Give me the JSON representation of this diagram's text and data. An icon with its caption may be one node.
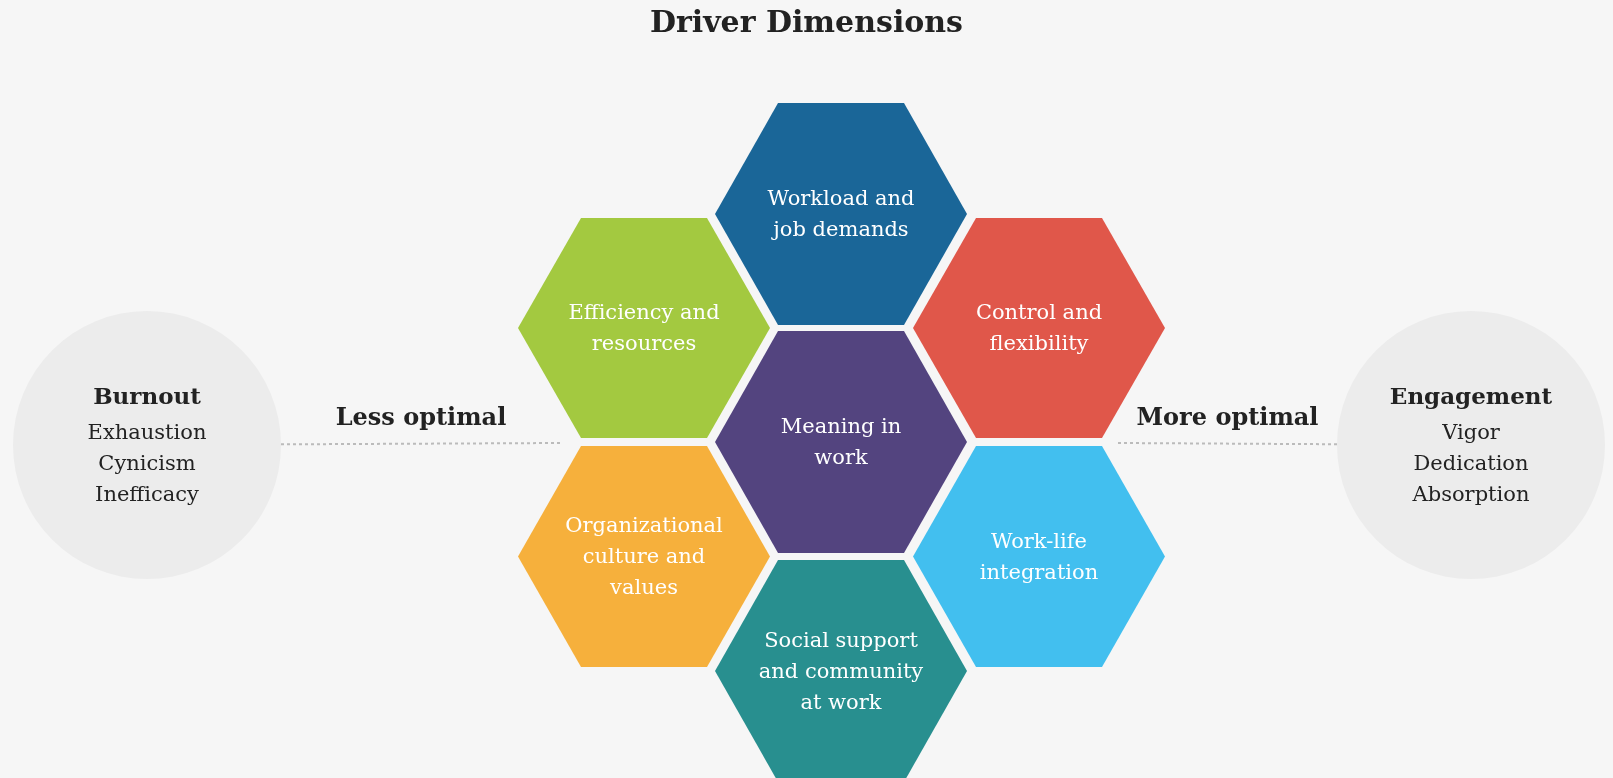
{
  "diagram": {
    "title": "Driver Dimensions",
    "nodes": [
      {
        "text": [
          "Burnout",
          "Exhaustion",
          "Cynicism",
          "Inefficacy"
        ]
      },
      {
        "text": [
          "Workload and job demands"
        ]
      },
      {
        "text": [
          "Efficiency and resources"
        ]
      },
      {
        "text": [
          "Control and flexibility"
        ]
      },
      {
        "text": [
          "Meaning in work"
        ]
      },
      {
        "text": [
          "Organizational culture and values"
        ]
      },
      {
        "text": [
          "Work-life integration"
        ]
      },
      {
        "text": [
          "Social support and community at work"
        ]
      },
      {
        "text": [
          "Engagement",
          "Vigor",
          "Dedication",
          "Absorption"
        ]
      }
    ],
    "edges": [
      {
        "from": 0,
        "to": 5,
        "arrow": "none",
        "style": "dashed",
        "label": "Less optimal"
      },
      {
        "from": 8,
        "to": 6,
        "arrow": "none",
        "style": "dashed",
        "label": "More optimal"
      }
    ]
  }
}
